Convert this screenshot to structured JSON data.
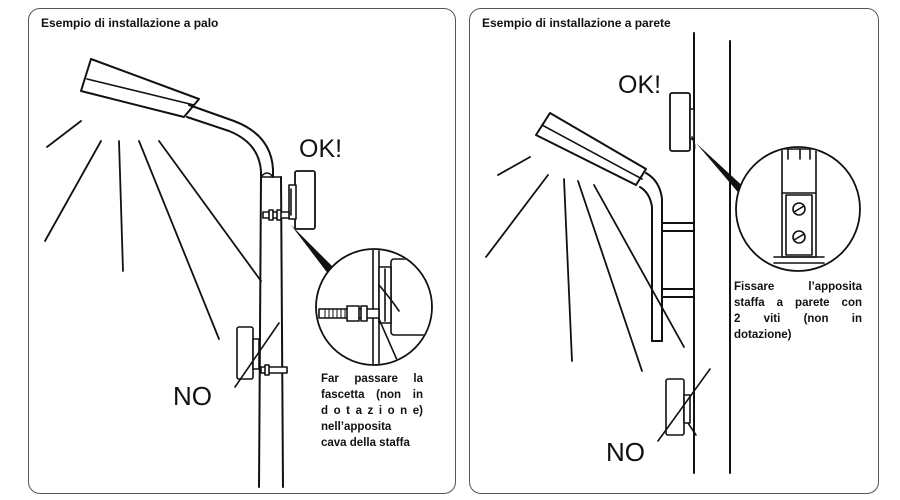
{
  "left_panel": {
    "title": "Esempio di installazione a palo",
    "ok_label": "OK!",
    "no_label": "NO",
    "note_lines": [
      "Far passare la",
      "fascetta (non in",
      "d o t a z i o n e)",
      "nell’apposita",
      "cava della staffa"
    ]
  },
  "right_panel": {
    "title": "Esempio di installazione a parete",
    "ok_label": "OK!",
    "no_label": "NO",
    "note_lines": [
      "Fissare l’apposita",
      "staffa a parete con",
      "2 viti (non in",
      "dotazione)"
    ]
  },
  "colors": {
    "line": "#111111",
    "border": "#555555",
    "background": "#ffffff"
  }
}
